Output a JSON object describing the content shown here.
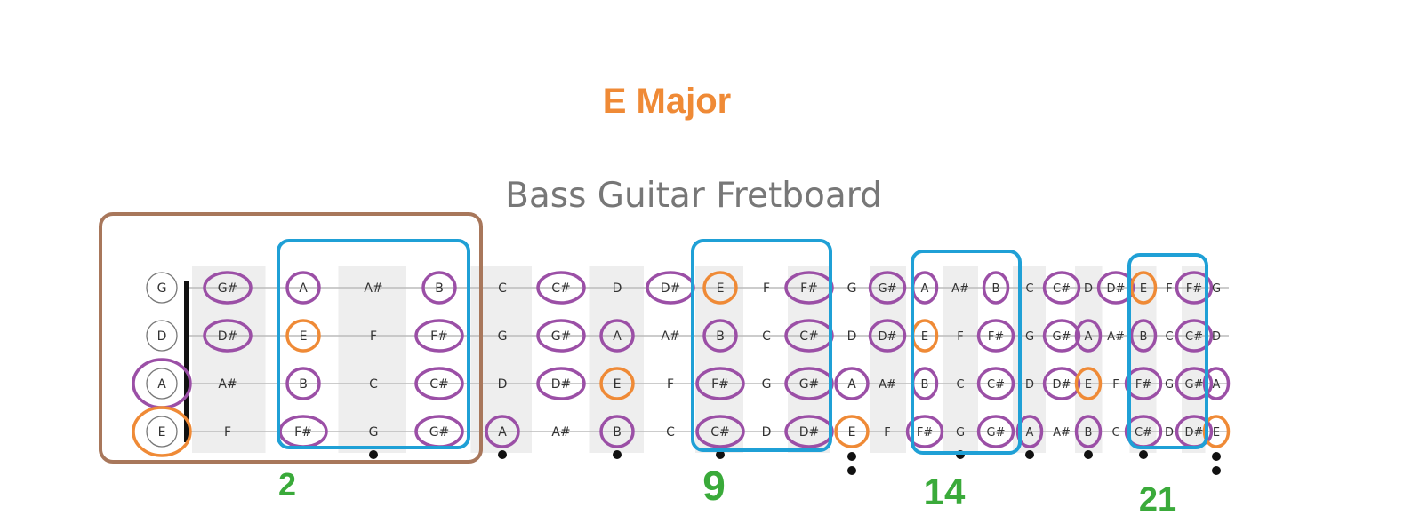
{
  "title": "E Major",
  "subtitle": "Bass Guitar Fretboard",
  "colors": {
    "title": "#ef8a36",
    "scale_note": "#9b4fa6",
    "root_note": "#ef8a36",
    "position_box": "#1fa0d6",
    "open_box": "#a8775b",
    "position_label": "#3aaa3a",
    "fret_shade": "#eeeeee",
    "note_text": "#333333",
    "inlay_dot": "#111111"
  },
  "strings": [
    {
      "open": "G",
      "notes": [
        "G#",
        "A",
        "A#",
        "B",
        "C",
        "C#",
        "D",
        "D#",
        "E",
        "F",
        "F#",
        "G",
        "G#",
        "A",
        "A#",
        "B",
        "C",
        "C#",
        "D",
        "D#",
        "E",
        "F",
        "F#",
        "G"
      ]
    },
    {
      "open": "D",
      "notes": [
        "D#",
        "E",
        "F",
        "F#",
        "G",
        "G#",
        "A",
        "A#",
        "B",
        "C",
        "C#",
        "D",
        "D#",
        "E",
        "F",
        "F#",
        "G",
        "G#",
        "A",
        "A#",
        "B",
        "C",
        "C#",
        "D"
      ]
    },
    {
      "open": "A",
      "notes": [
        "A#",
        "B",
        "C",
        "C#",
        "D",
        "D#",
        "E",
        "F",
        "F#",
        "G",
        "G#",
        "A",
        "A#",
        "B",
        "C",
        "C#",
        "D",
        "D#",
        "E",
        "F",
        "F#",
        "G",
        "G#",
        "A"
      ]
    },
    {
      "open": "E",
      "notes": [
        "F",
        "F#",
        "G",
        "G#",
        "A",
        "A#",
        "B",
        "C",
        "C#",
        "D",
        "D#",
        "E",
        "F",
        "F#",
        "G",
        "G#",
        "A",
        "A#",
        "B",
        "C",
        "C#",
        "D",
        "D#",
        "E"
      ]
    }
  ],
  "scale_notes": [
    "E",
    "F#",
    "G#",
    "A",
    "B",
    "C#",
    "D#"
  ],
  "root": "E",
  "inlay_frets": [
    3,
    5,
    7,
    9,
    12,
    15,
    17,
    19,
    21,
    24
  ],
  "double_inlay_frets": [
    12,
    24
  ],
  "position_labels": [
    "2",
    "9",
    "14",
    "21"
  ]
}
